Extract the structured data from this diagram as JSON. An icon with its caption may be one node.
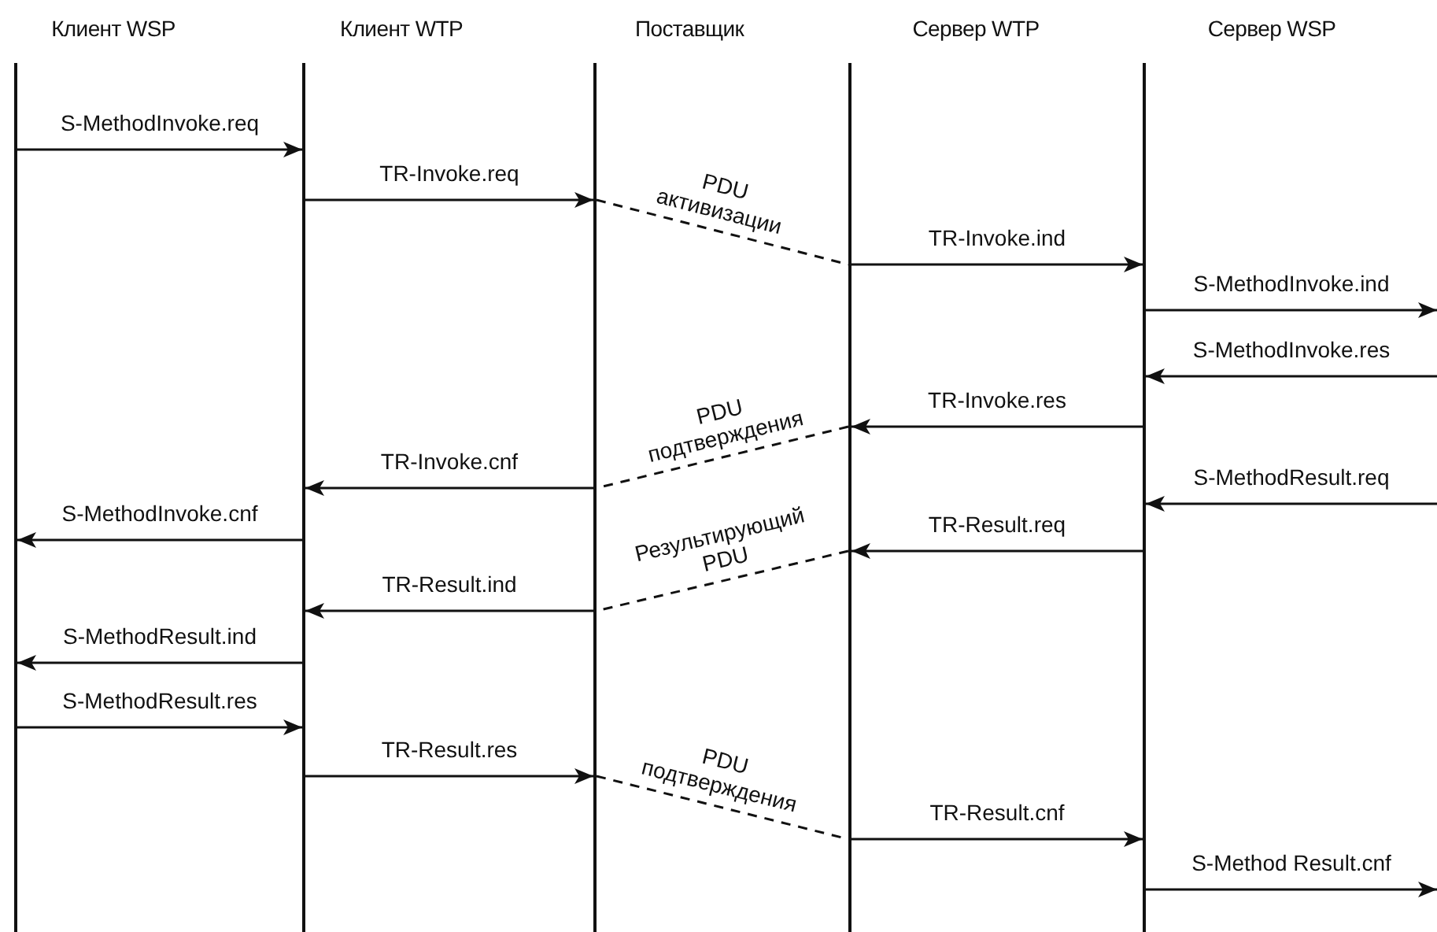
{
  "diagram": {
    "nodes": [
      {
        "text": [],
        "shape": "bar"
      },
      {
        "text": [],
        "shape": "bar"
      },
      {
        "text": [],
        "shape": "bar"
      },
      {
        "text": [],
        "shape": "bar"
      },
      {
        "text": [],
        "shape": "bar"
      }
    ],
    "edges": [
      {
        "from": 0,
        "to": 1,
        "arrow": "to",
        "label": "S-MethodInvoke.req"
      },
      {
        "from": 1,
        "to": 2,
        "arrow": "to",
        "label": "TR-Invoke.req"
      },
      {
        "from": 2,
        "to": 3,
        "arrow": "none",
        "style": "dashed",
        "label": "PDU активизации"
      },
      {
        "from": 3,
        "to": 4,
        "arrow": "to",
        "label": "TR-Invoke.ind"
      },
      {
        "from": 4,
        "to": null,
        "arrow": "to",
        "label": "S-MethodInvoke.ind"
      },
      {
        "from": null,
        "to": 4,
        "arrow": "to",
        "label": "S-MethodInvoke.res"
      },
      {
        "from": 4,
        "to": 3,
        "arrow": "to",
        "label": "TR-Invoke.res"
      },
      {
        "from": 3,
        "to": 2,
        "arrow": "none",
        "style": "dashed",
        "label": "PDU подтверждения"
      },
      {
        "from": 2,
        "to": 1,
        "arrow": "to",
        "label": "TR-Invoke.cnf"
      },
      {
        "from": null,
        "to": 4,
        "arrow": "to",
        "label": "S-MethodResult.req"
      },
      {
        "from": 1,
        "to": 0,
        "arrow": "to",
        "label": "S-MethodInvoke.cnf"
      },
      {
        "from": 4,
        "to": 3,
        "arrow": "to",
        "label": "TR-Result.req"
      },
      {
        "from": 3,
        "to": 2,
        "arrow": "none",
        "style": "dashed",
        "label": "Результирующий PDU"
      },
      {
        "from": 2,
        "to": 1,
        "arrow": "to",
        "label": "TR-Result.ind"
      },
      {
        "from": 1,
        "to": 0,
        "arrow": "to",
        "label": "S-MethodResult.ind"
      },
      {
        "from": 0,
        "to": 1,
        "arrow": "to",
        "label": "S-MethodResult.res"
      },
      {
        "from": 1,
        "to": 2,
        "arrow": "to",
        "label": "TR-Result.res"
      },
      {
        "from": 2,
        "to": 3,
        "arrow": "none",
        "style": "dashed",
        "label": "PDU подтверждения"
      },
      {
        "from": 3,
        "to": 4,
        "arrow": "to",
        "label": "TR-Result.cnf"
      },
      {
        "from": 4,
        "to": null,
        "arrow": "to",
        "label": "S-Method Result.cnf"
      }
    ],
    "labels": [
      "Клиент WSP",
      "Клиент WTP",
      "Поставщик",
      "Сервер WTP",
      "Сервер WSP"
    ]
  }
}
